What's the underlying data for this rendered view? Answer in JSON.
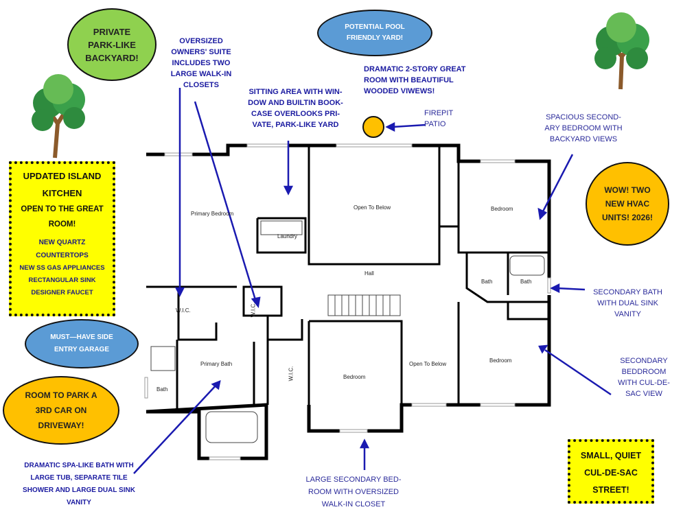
{
  "bubbles": {
    "backyard": "PRIVATE PARK-LIKE BACKYARD!",
    "pool": "POTENTIAL POOL FRIENDLY YARD!",
    "hvac": "WOW! TWO NEW HVAC UNITS! 2026!",
    "garage": "MUST—HAVE SIDE ENTRY GARAGE",
    "driveway": "ROOM TO PARK A 3RD CAR ON DRIVEWAY!"
  },
  "kitchen_box": {
    "title": "UPDATED ISLAND KITCHEN",
    "subtitle": "OPEN TO THE GREAT ROOM!",
    "details": [
      "NEW QUARTZ COUNTERTOPS",
      "NEW SS GAS APPLIANCES",
      "RECTANGULAR SINK",
      "DESIGNER FAUCET"
    ]
  },
  "street_box": "SMALL, QUIET CUL-DE-SAC STREET!",
  "notes": {
    "owners_suite": "OVERSIZED OWNERS' SUITE INCLUDES TWO LARGE WALK-IN CLOSETS",
    "sitting_area": "SITTING AREA WITH WIN-DOW AND BUILTIN BOOK-CASE OVERLOOKS PRI-VATE, PARK-LIKE YARD",
    "great_room": "DRAMATIC 2-STORY GREAT ROOM WITH BEAUTIFUL WOODED VIWEWS!",
    "firepit": "FIREPIT PATIO",
    "spacious_bedroom": "SPACIOUS SECOND-ARY BEDROOM WITH BACKYARD VIEWS",
    "secondary_bath": "SECONDARY BATH WITH DUAL SINK VANITY",
    "culdesac_bedroom": "SECONDARY BEDDROOM WITH CUL-DE-SAC VIEW",
    "spa_bath": "DRAMATIC SPA-LIKE BATH WITH LARGE TUB, SEPARATE TILE SHOWER AND LARGE DUAL SINK VANITY",
    "large_bedroom": "LARGE SECONDARY BED-ROOM WITH OVERSIZED WALK-IN CLOSET"
  },
  "rooms": {
    "primary_bedroom": "Primary Bedroom",
    "laundry": "Laundry",
    "open_below_1": "Open To Below",
    "open_below_2": "Open To Below",
    "bedroom_ne": "Bedroom",
    "bedroom_se": "Bedroom",
    "bedroom_s": "Bedroom",
    "hall": "Hall",
    "bath_1": "Bath",
    "bath_2": "Bath",
    "bath_3": "Bath",
    "wic_1": "W.I.C.",
    "wic_2": "W.I.C.",
    "wic_3": "W.I.C.",
    "primary_bath": "Primary Bath"
  },
  "colors": {
    "green": "#8fd14f",
    "blue": "#5b9bd5",
    "orange": "#ffc000",
    "yellow": "#ffff00",
    "arrow": "#1a1ab0"
  }
}
